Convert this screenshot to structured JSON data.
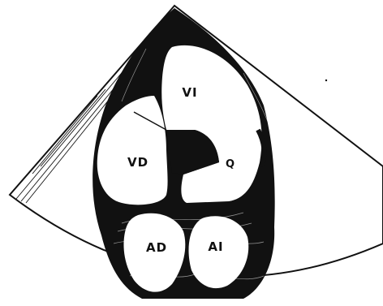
{
  "diagram": {
    "labels": {
      "vi": "VI",
      "vd": "VD",
      "ad": "AD",
      "ai": "AI",
      "q": "Q"
    },
    "colors": {
      "ink": "#111111",
      "paper": "#ffffff"
    }
  }
}
